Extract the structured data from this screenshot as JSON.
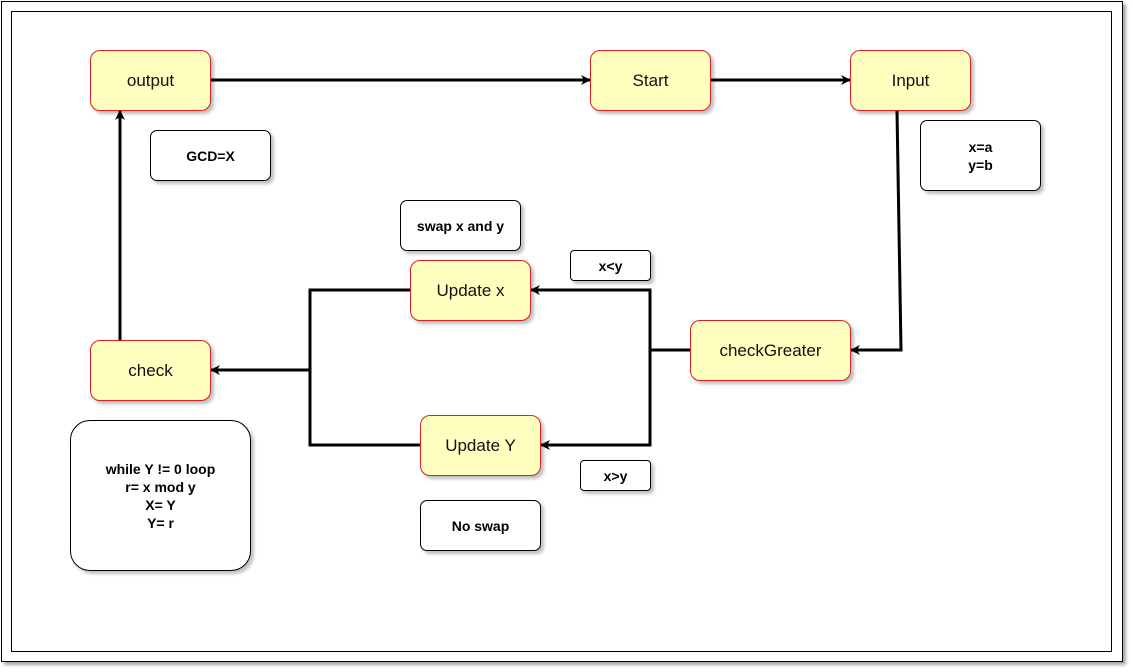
{
  "nodes": {
    "output": "output",
    "start": "Start",
    "input": "Input",
    "check_greater": "checkGreater",
    "update_x": "Update x",
    "update_y": "Update Y",
    "check": "check"
  },
  "notes": {
    "gcd": "GCD=X",
    "input_values": "x=a\ny=b",
    "swap": "swap x and y",
    "x_less_y": "x<y",
    "x_greater_y": "x>y",
    "no_swap": "No swap",
    "loop": "while Y != 0 loop\nr= x mod y\nX= Y\n Y= r"
  },
  "colors": {
    "node_fill": "#ffffc0",
    "node_border": "#e02020",
    "note_border": "#000000",
    "edge": "#000000"
  }
}
